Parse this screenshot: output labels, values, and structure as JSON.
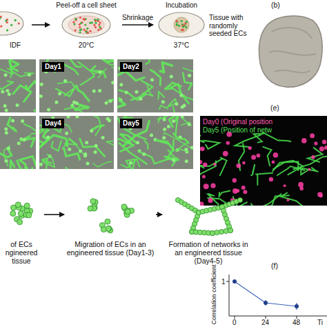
{
  "diagram": {
    "nodes": [
      {
        "text": [
          "IDF"
        ]
      },
      {
        "text": [
          "Peel-off a cell sheet",
          "20°C"
        ]
      },
      {
        "text": [
          "Incubation",
          "37°C",
          "Tissue with randomly seeded ECs"
        ]
      },
      {
        "text": [
          "Day1"
        ]
      },
      {
        "text": [
          "Day2"
        ]
      },
      {
        "text": [
          "Day4"
        ]
      },
      {
        "text": [
          "Day5"
        ]
      },
      {
        "text": [
          "Day0 (Original position",
          "Day5 (Position of netw"
        ]
      },
      {
        "text": [
          "of ECs ngineered tissue"
        ]
      },
      {
        "text": [
          "Migration of ECs in an engineered tissue (Day1-3)"
        ]
      },
      {
        "text": [
          "Formation of networks in an engineered tissue (Day4-5)"
        ]
      }
    ],
    "edges": [
      {
        "from": 0,
        "to": 1,
        "arrow": "to"
      },
      {
        "from": 1,
        "to": 2,
        "arrow": "to",
        "label": "Shrinkage"
      },
      {
        "from": 8,
        "to": 9,
        "arrow": "to"
      },
      {
        "from": 9,
        "to": 10,
        "arrow": "to"
      }
    ],
    "labels": [
      "(b)",
      "(e)",
      "(f)",
      "1",
      "0",
      "24",
      "48",
      "Ti",
      "Correlation coefficient"
    ]
  }
}
